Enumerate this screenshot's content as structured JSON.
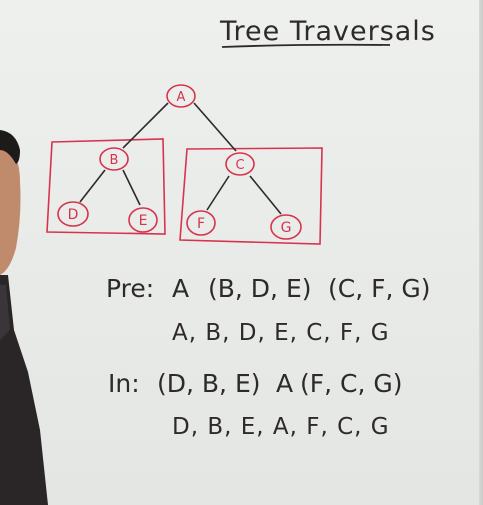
{
  "board": {
    "title": "Tree Traversals",
    "tree": {
      "nodes": [
        "A",
        "B",
        "C",
        "D",
        "E",
        "F",
        "G"
      ]
    },
    "preorder": {
      "label": "Pre:",
      "root": "A",
      "left_group": "(B, D, E)",
      "right_group": "(C, F, G)",
      "result": "A, B, D, E, C, F, G"
    },
    "inorder": {
      "label": "In:",
      "left_group": "(D, B, E)",
      "root": "A",
      "right_group": "(F, C, G)",
      "result": "D, B, E, A, F, C, G"
    }
  },
  "colors": {
    "marker_black": "#2e2a2b",
    "marker_red": "#d8334d",
    "board": "#eceeec"
  }
}
